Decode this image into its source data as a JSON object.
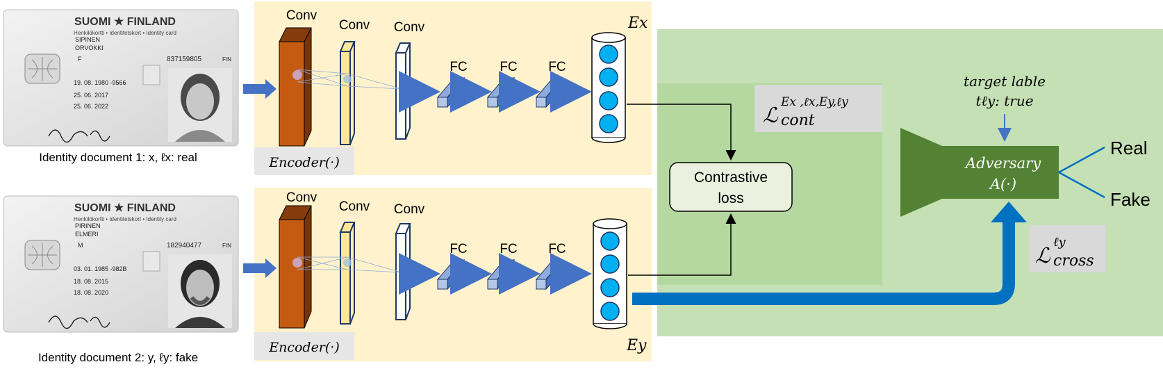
{
  "doc1": {
    "country": "SUOMI ★ FINLAND",
    "card_type": "Henkilökortti • Identitetskort • Identity card",
    "surname": "SIPINEN",
    "given": "ORVOKKI",
    "sex": "F",
    "doc_number": "837159805",
    "nationality": "FIN",
    "birth": "19. 08. 1980 -9566",
    "issued": "25. 06. 2017",
    "expiry": "25. 06. 2022",
    "caption": "Identity document 1: x, ℓx: real"
  },
  "doc2": {
    "country": "SUOMI ★ FINLAND",
    "card_type": "Henkilökortti • Identitetskort • Identity card",
    "surname": "PIRINEN",
    "given": "ELMERI",
    "sex": "M",
    "doc_number": "182940477",
    "nationality": "FIN",
    "birth": "03. 01. 1985 -982B",
    "issued": "18. 08. 2015",
    "expiry": "18. 08. 2020",
    "caption": "Identity document 2: y, ℓy: fake"
  },
  "encoder_top": {
    "conv_labels": [
      "Conv",
      "Conv",
      "Conv"
    ],
    "fc_labels": [
      "FC",
      "FC",
      "FC"
    ],
    "encoder_label": "Encoder(·)",
    "embedding_label": "Ex"
  },
  "encoder_bottom": {
    "conv_labels": [
      "Conv",
      "Conv",
      "Conv"
    ],
    "fc_labels": [
      "FC",
      "FC",
      "FC"
    ],
    "encoder_label": "Encoder(·)",
    "embedding_label": "Ey"
  },
  "contrastive": {
    "loss_label": "ℒ",
    "loss_sup": "Ex ,ℓx,Ey,ℓy",
    "loss_sub": "cont",
    "box_line1": "Contrastive",
    "box_line2": "loss"
  },
  "adversary": {
    "target_line1": "target lable",
    "target_line2": "tℓy: true",
    "label_line1": "Adversary",
    "label_line2": "A(·)",
    "output_real": "Real",
    "output_fake": "Fake",
    "loss_label": "ℒ",
    "loss_sup": "ℓy",
    "loss_sub": "cross"
  },
  "colors": {
    "encoder_bg": "#fff2cc",
    "green_bg": "#c5e0b4",
    "green_inner": "#b5d7a0",
    "conv_orange": "#c55a11",
    "conv_yellow": "#ffe699",
    "arrow_blue": "#4472c4",
    "flow_blue": "#0070c0",
    "node_cyan": "#00b0f0",
    "adversary_green": "#548235",
    "label_gray": "#e0e0e0"
  }
}
